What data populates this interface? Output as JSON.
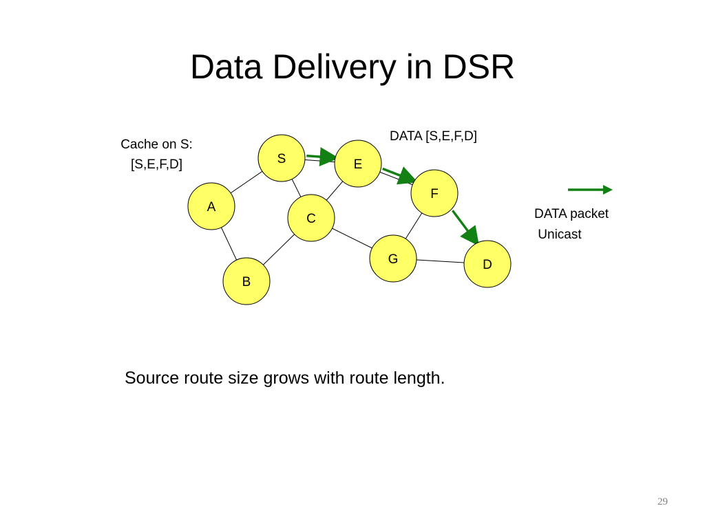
{
  "slide": {
    "title": "Data Delivery in DSR",
    "cache_note": {
      "line1": "Cache on S:",
      "line2": "[S,E,F,D]"
    },
    "data_label": "DATA [S,E,F,D]",
    "legend": {
      "line1": "DATA packet",
      "line2": " Unicast"
    },
    "caption": "Source route size grows with route length.",
    "page_number": "29"
  },
  "graph": {
    "nodes": [
      {
        "id": "S",
        "label": "S"
      },
      {
        "id": "E",
        "label": "E"
      },
      {
        "id": "F",
        "label": "F"
      },
      {
        "id": "A",
        "label": "A"
      },
      {
        "id": "C",
        "label": "C"
      },
      {
        "id": "G",
        "label": "G"
      },
      {
        "id": "D",
        "label": "D"
      },
      {
        "id": "B",
        "label": "B"
      }
    ],
    "links": [
      [
        "S",
        "A"
      ],
      [
        "S",
        "C"
      ],
      [
        "S",
        "E"
      ],
      [
        "E",
        "C"
      ],
      [
        "E",
        "F"
      ],
      [
        "A",
        "B"
      ],
      [
        "B",
        "C"
      ],
      [
        "C",
        "G"
      ],
      [
        "G",
        "F"
      ],
      [
        "G",
        "D"
      ]
    ],
    "unicast_path": [
      "S",
      "E",
      "F",
      "D"
    ]
  },
  "colors": {
    "node_fill": "#ffff66",
    "node_stroke": "#000000",
    "link": "#000000",
    "arrow": "#138013",
    "page_number": "#808080"
  }
}
